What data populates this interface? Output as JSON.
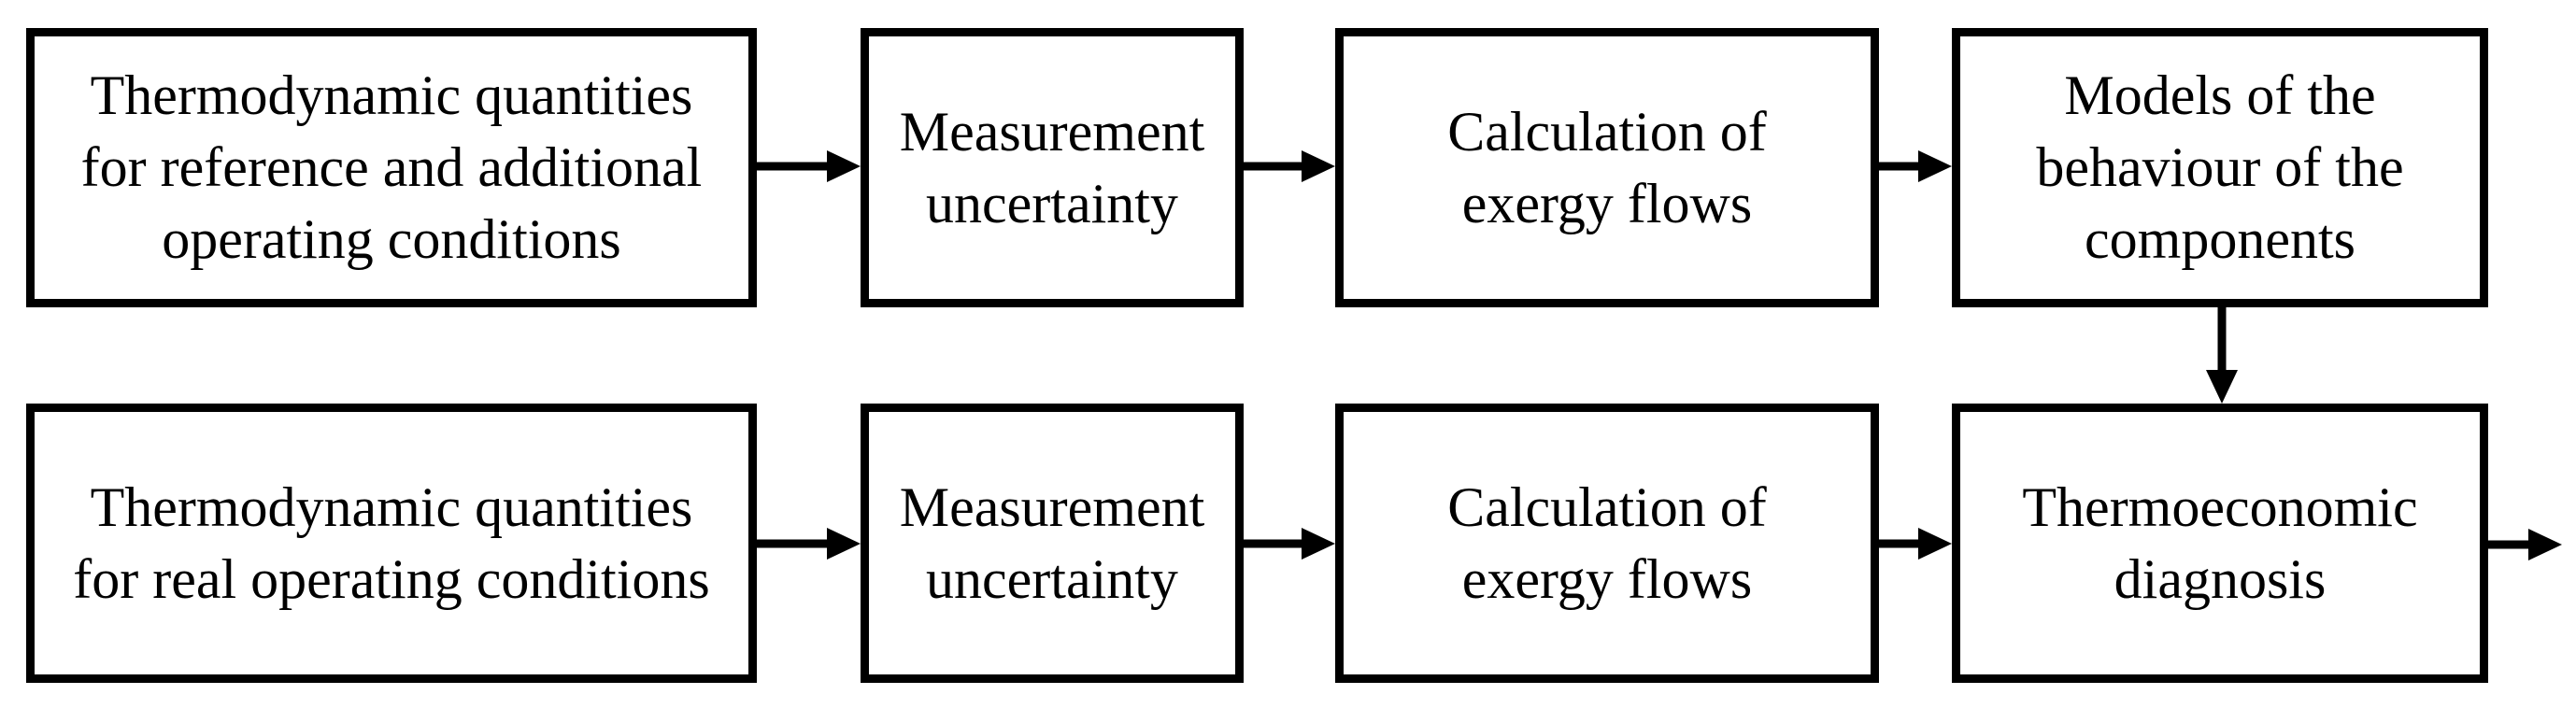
{
  "diagram": {
    "type": "flowchart",
    "colors": {
      "ink": "#000000",
      "paper": "#ffffff"
    }
  },
  "boxes": [
    {
      "id": "reference-thermodynamic-quantities",
      "row": 1,
      "col": 1,
      "label": "Thermodynamic quantities\nfor reference and additional\noperating conditions"
    },
    {
      "id": "measurement-uncertainty-top",
      "row": 1,
      "col": 2,
      "label": "Measurement\nuncertainty"
    },
    {
      "id": "calculation-exergy-flows-top",
      "row": 1,
      "col": 3,
      "label": "Calculation of\nexergy flows"
    },
    {
      "id": "models-behaviour-components",
      "row": 1,
      "col": 4,
      "label": "Models of the\nbehaviour of the\ncomponents"
    },
    {
      "id": "real-thermodynamic-quantities",
      "row": 2,
      "col": 1,
      "label": "Thermodynamic quantities\nfor real operating conditions"
    },
    {
      "id": "measurement-uncertainty-bottom",
      "row": 2,
      "col": 2,
      "label": "Measurement\nuncertainty"
    },
    {
      "id": "calculation-exergy-flows-bottom",
      "row": 2,
      "col": 3,
      "label": "Calculation of\nexergy flows"
    },
    {
      "id": "thermoeconomic-diagnosis",
      "row": 2,
      "col": 4,
      "label": "Thermoeconomic\ndiagnosis"
    }
  ],
  "connections": [
    {
      "from": "reference-thermodynamic-quantities",
      "to": "measurement-uncertainty-top"
    },
    {
      "from": "measurement-uncertainty-top",
      "to": "calculation-exergy-flows-top"
    },
    {
      "from": "calculation-exergy-flows-top",
      "to": "models-behaviour-components"
    },
    {
      "from": "models-behaviour-components",
      "to": "thermoeconomic-diagnosis"
    },
    {
      "from": "real-thermodynamic-quantities",
      "to": "measurement-uncertainty-bottom"
    },
    {
      "from": "measurement-uncertainty-bottom",
      "to": "calculation-exergy-flows-bottom"
    },
    {
      "from": "calculation-exergy-flows-bottom",
      "to": "thermoeconomic-diagnosis"
    },
    {
      "from": "thermoeconomic-diagnosis",
      "to": "output-right"
    }
  ]
}
